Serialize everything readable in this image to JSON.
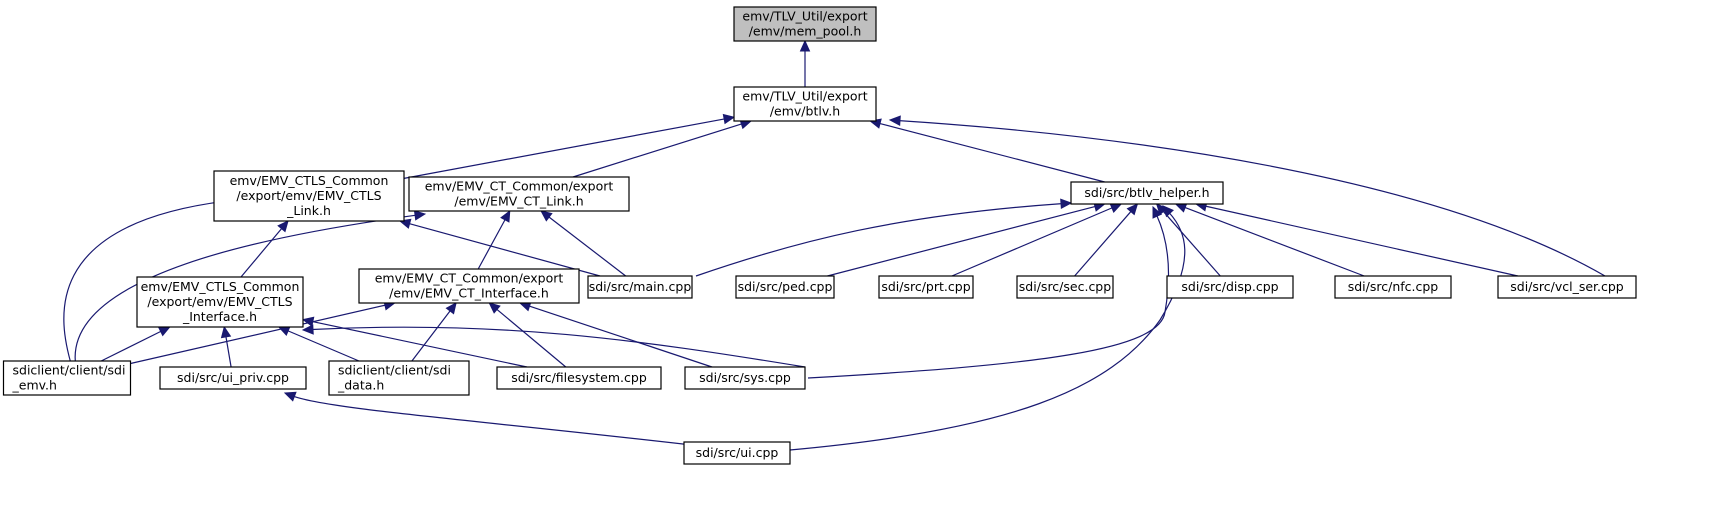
{
  "diagram": {
    "colors": {
      "edge": "#191970",
      "root_fill": "#bfbfbf",
      "node_fill": "#ffffff",
      "border": "#000000"
    },
    "nodes": [
      {
        "id": "mem_pool",
        "lines": [
          "emv/TLV_Util/export",
          "/emv/mem_pool.h"
        ],
        "root": true
      },
      {
        "id": "btlv",
        "lines": [
          "emv/TLV_Util/export",
          "/emv/btlv.h"
        ]
      },
      {
        "id": "ctls_link",
        "lines": [
          "emv/EMV_CTLS_Common",
          "/export/emv/EMV_CTLS",
          "_Link.h"
        ]
      },
      {
        "id": "ct_link",
        "lines": [
          "emv/EMV_CT_Common/export",
          "/emv/EMV_CT_Link.h"
        ]
      },
      {
        "id": "btlv_helper",
        "lines": [
          "sdi/src/btlv_helper.h"
        ]
      },
      {
        "id": "ctls_iface",
        "lines": [
          "emv/EMV_CTLS_Common",
          "/export/emv/EMV_CTLS",
          "_Interface.h"
        ]
      },
      {
        "id": "ct_iface",
        "lines": [
          "emv/EMV_CT_Common/export",
          "/emv/EMV_CT_Interface.h"
        ]
      },
      {
        "id": "main",
        "lines": [
          "sdi/src/main.cpp"
        ]
      },
      {
        "id": "ped",
        "lines": [
          "sdi/src/ped.cpp"
        ]
      },
      {
        "id": "prt",
        "lines": [
          "sdi/src/prt.cpp"
        ]
      },
      {
        "id": "sec",
        "lines": [
          "sdi/src/sec.cpp"
        ]
      },
      {
        "id": "disp",
        "lines": [
          "sdi/src/disp.cpp"
        ]
      },
      {
        "id": "nfc",
        "lines": [
          "sdi/src/nfc.cpp"
        ]
      },
      {
        "id": "vcl_ser",
        "lines": [
          "sdi/src/vcl_ser.cpp"
        ]
      },
      {
        "id": "sdi_emv",
        "lines": [
          "sdiclient/client/sdi",
          "_emv.h"
        ]
      },
      {
        "id": "ui_priv",
        "lines": [
          "sdi/src/ui_priv.cpp"
        ]
      },
      {
        "id": "sdi_data",
        "lines": [
          "sdiclient/client/sdi",
          "_data.h"
        ]
      },
      {
        "id": "filesystem",
        "lines": [
          "sdi/src/filesystem.cpp"
        ]
      },
      {
        "id": "sys",
        "lines": [
          "sdi/src/sys.cpp"
        ]
      },
      {
        "id": "ui",
        "lines": [
          "sdi/src/ui.cpp"
        ]
      }
    ],
    "edges": [
      {
        "from": "btlv",
        "to": "mem_pool"
      },
      {
        "from": "ctls_link",
        "to": "btlv"
      },
      {
        "from": "ct_link",
        "to": "btlv"
      },
      {
        "from": "btlv_helper",
        "to": "btlv"
      },
      {
        "from": "vcl_ser",
        "to": "btlv"
      },
      {
        "from": "ctls_iface",
        "to": "ctls_link"
      },
      {
        "from": "main",
        "to": "ctls_link"
      },
      {
        "from": "sdi_emv",
        "to": "ctls_link"
      },
      {
        "from": "ct_iface",
        "to": "ct_link"
      },
      {
        "from": "main",
        "to": "ct_link"
      },
      {
        "from": "sdi_emv",
        "to": "ct_link"
      },
      {
        "from": "main",
        "to": "btlv_helper"
      },
      {
        "from": "ped",
        "to": "btlv_helper"
      },
      {
        "from": "prt",
        "to": "btlv_helper"
      },
      {
        "from": "sec",
        "to": "btlv_helper"
      },
      {
        "from": "disp",
        "to": "btlv_helper"
      },
      {
        "from": "nfc",
        "to": "btlv_helper"
      },
      {
        "from": "vcl_ser",
        "to": "btlv_helper"
      },
      {
        "from": "sys",
        "to": "btlv_helper"
      },
      {
        "from": "ui",
        "to": "btlv_helper"
      },
      {
        "from": "sdi_emv",
        "to": "ctls_iface"
      },
      {
        "from": "ui_priv",
        "to": "ctls_iface"
      },
      {
        "from": "sdi_data",
        "to": "ctls_iface"
      },
      {
        "from": "filesystem",
        "to": "ctls_iface"
      },
      {
        "from": "sdi_emv",
        "to": "ct_iface"
      },
      {
        "from": "sdi_data",
        "to": "ct_iface"
      },
      {
        "from": "filesystem",
        "to": "ct_iface"
      },
      {
        "from": "sys",
        "to": "ct_iface"
      },
      {
        "from": "sys",
        "to": "ctls_iface"
      },
      {
        "from": "ui",
        "to": "ui_priv"
      }
    ]
  }
}
